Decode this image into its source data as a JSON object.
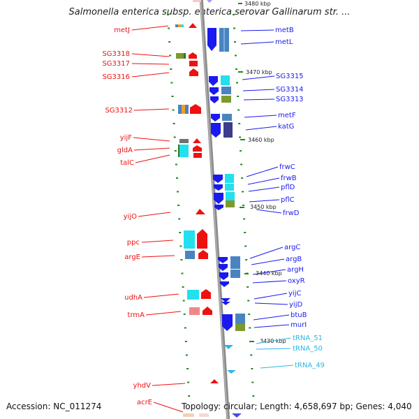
{
  "title": "Salmonella enterica subsp. enterica serovar Gallinarum str. ...",
  "footer": {
    "accession": "Accession: NC_011274",
    "stats": "Topology: circular; Length: 4,658,697 bp; Genes: 4,040"
  },
  "colors": {
    "backbone": "#8c8c8c",
    "forward_strand": "#ee1111",
    "reverse_strand": "#1a1aee",
    "trna": "#29b6e6",
    "tick": "#1e8a1e",
    "cog_cyan": "#22e0ee",
    "cog_steelblue": "#4a84c0",
    "cog_olive": "#7d9a2e",
    "cog_orange": "#f0a020",
    "cog_indigo": "#3c3c8c",
    "cog_gray": "#707070",
    "cog_pink": "#ee8888"
  },
  "scale_labels": [
    "3480 kbp",
    "3470 kbp",
    "3460 kbp",
    "3450 kbp",
    "3440 kbp",
    "3430 kbp"
  ],
  "left_genes": [
    "metJ",
    "SG3318",
    "SG3317",
    "SG3316",
    "SG3312",
    "yijF",
    "gldA",
    "talC",
    "yijO",
    "ppc",
    "argE",
    "udhA",
    "trmA",
    "yhdV",
    "acrE"
  ],
  "right_genes": [
    "metB",
    "metL",
    "SG3315",
    "SG3314",
    "SG3313",
    "metF",
    "katG",
    "frwC",
    "frwB",
    "pflD",
    "pflC",
    "frwD",
    "argC",
    "argB",
    "argH",
    "oxyR",
    "yijC",
    "yijD",
    "btuB",
    "murI"
  ],
  "trna_genes": [
    "tRNA_51",
    "tRNA_50",
    "tRNA_49"
  ]
}
